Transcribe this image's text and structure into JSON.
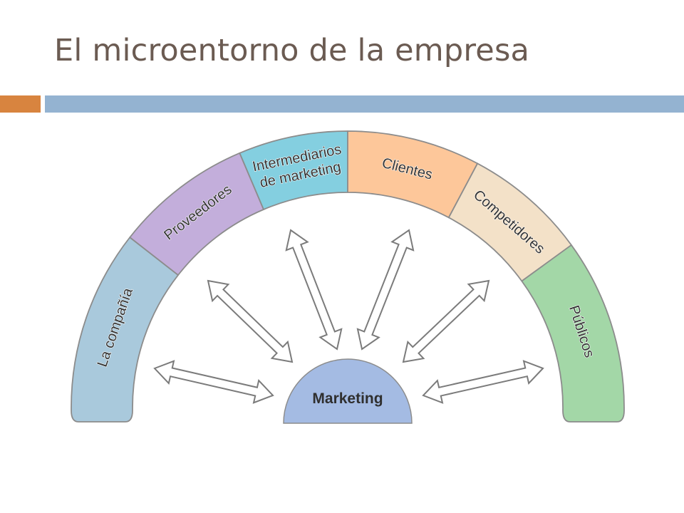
{
  "slide": {
    "title": "El microentorno de la empresa"
  },
  "colors": {
    "title_text": "#6b5b52",
    "accent_left": "#d8843f",
    "accent_right": "#94b3d1",
    "outline": "#8c8c8c",
    "arrow_fill": "#ffffff",
    "arrow_stroke": "#7b7b7b"
  },
  "diagram": {
    "segments": [
      {
        "lines": [
          "La compañía"
        ],
        "color": "#a9c9dc"
      },
      {
        "lines": [
          "Proveedores"
        ],
        "color": "#c3aedb"
      },
      {
        "lines": [
          "Intermediarios",
          "de marketing"
        ],
        "color": "#84cfe0"
      },
      {
        "lines": [
          "Clientes"
        ],
        "color": "#fdc79a"
      },
      {
        "lines": [
          "Competidores"
        ],
        "color": "#f3e1c8"
      },
      {
        "lines": [
          "Públicos"
        ],
        "color": "#a3d7a7"
      }
    ],
    "center": {
      "label": "Marketing",
      "color": "#a4bbe3"
    }
  }
}
